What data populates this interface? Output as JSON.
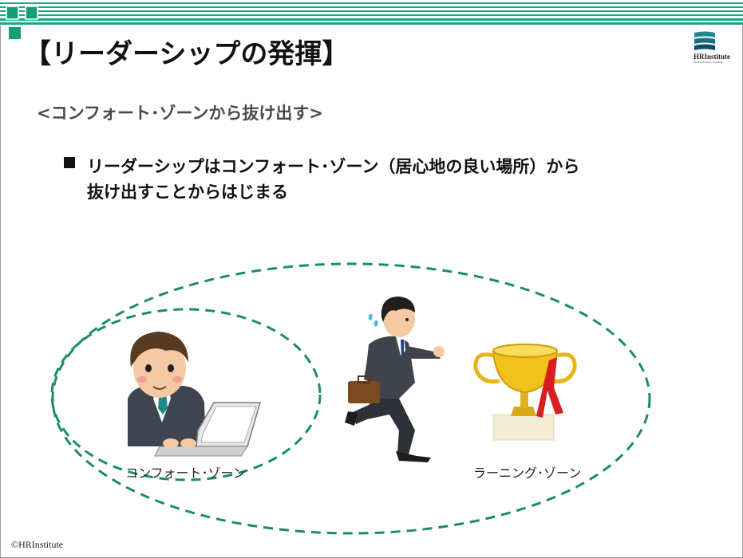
{
  "slide": {
    "title": "【リーダーシップの発揮】",
    "subtitle": "<コンフォート･ゾーンから抜け出す>",
    "bullet_lines": [
      "リーダーシップはコンフォート･ゾーン（居心地の良い場所）から",
      "抜け出すことからはじまる"
    ]
  },
  "logo": {
    "name": "HRInstitute",
    "tagline": "Human Resource Institute"
  },
  "diagram": {
    "comfort_zone_label": "コンフォート･ゾーン",
    "learning_zone_label": "ラーニング･ゾーン"
  },
  "footer": {
    "copyright": "©HRInstitute"
  },
  "colors": {
    "accent_teal": "#1a9a78",
    "stripe_light": "#6fd0b4",
    "ellipse": "#1b8c6b"
  },
  "icons": [
    "office-worker-laptop-icon",
    "running-businessman-icon",
    "trophy-icon"
  ]
}
